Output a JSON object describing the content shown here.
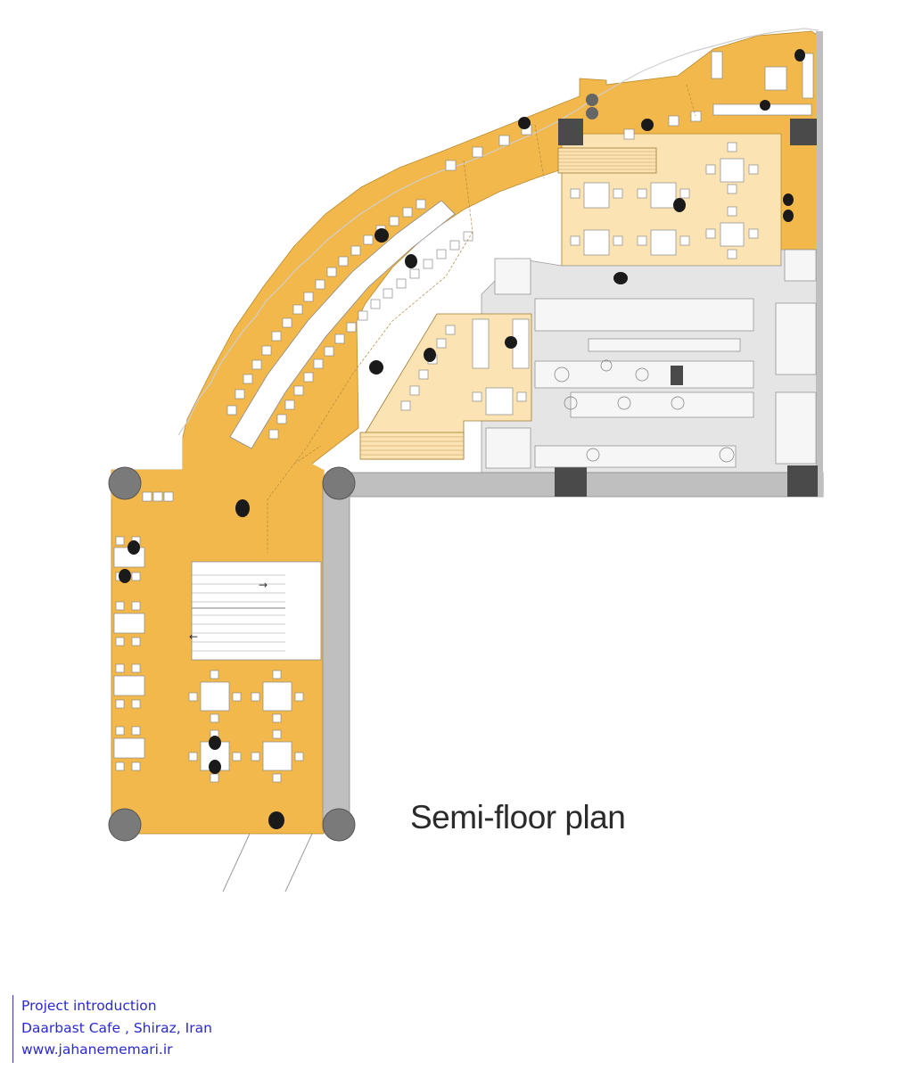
{
  "plan": {
    "title": "Semi-floor plan",
    "colors": {
      "floor": "#f2b84b",
      "floor_light": "#fbe3b3",
      "kitchen": "#e5e5e5",
      "wall": "#bfbfbf",
      "column": "#7a7a7a",
      "dark_block": "#4a4a4a",
      "furniture": "#ffffff",
      "line": "#8a8a8a"
    }
  },
  "credits": {
    "line1": "Project introduction",
    "line2": "Daarbast Cafe , Shiraz, Iran",
    "line3": "www.jahanememari.ir",
    "color": "#2a2ad0"
  }
}
